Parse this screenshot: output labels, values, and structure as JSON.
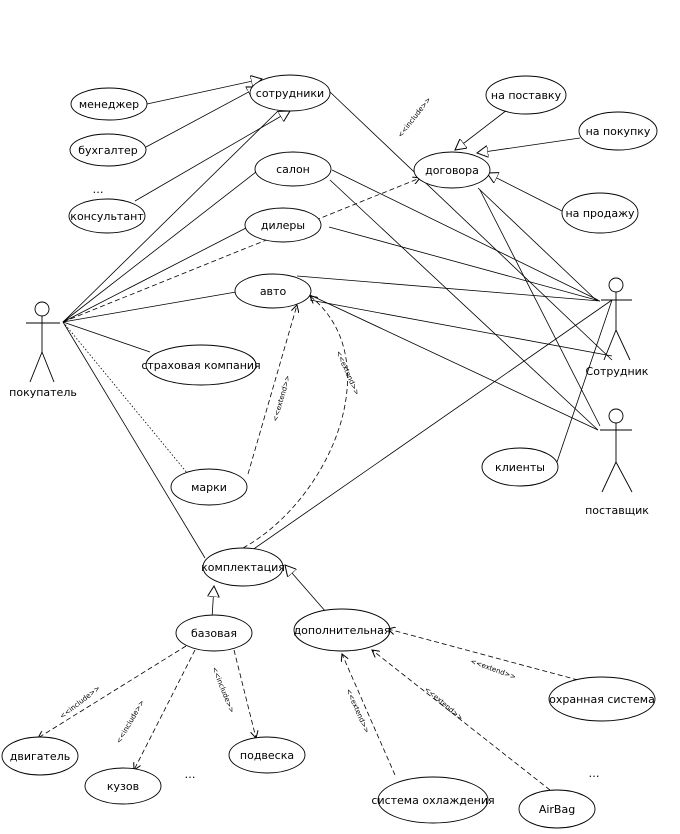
{
  "diagram": {
    "use_cases": {
      "manager": "менеджер",
      "accountant": "бухгалтер",
      "consultant": "консультант",
      "employees": "сотрудники",
      "salon": "салон",
      "dealers": "дилеры",
      "auto": "авто",
      "insurance": "страховая компания",
      "brands": "марки",
      "contracts": "договора",
      "for_supply": "на поставку",
      "for_purchase": "на покупку",
      "for_sale": "на продажу",
      "clients": "клиенты",
      "configuration": "комплектация",
      "basic": "базовая",
      "additional": "дополнительная",
      "engine": "двигатель",
      "body": "кузов",
      "suspension": "подвеска",
      "security_system": "охранная система",
      "cooling_system": "система охлаждения",
      "airbag": "AirBag"
    },
    "actors": {
      "buyer": "покупатель",
      "employee": "Сотрудник",
      "supplier": "поставщик"
    },
    "stereotypes": {
      "include": "<<include>>",
      "extend": "<<extend>>"
    },
    "ellipsis": {
      "top": "…",
      "bottom": "…",
      "right": "…"
    }
  }
}
